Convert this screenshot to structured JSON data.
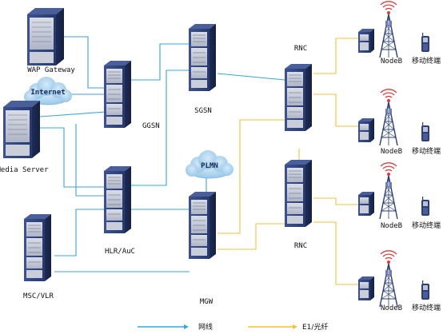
{
  "nodes": {
    "wap_gateway": "WAP Gateway",
    "media_server": "Media Server",
    "ggsn": "GGSN",
    "sgsn": "SGSN",
    "hlr_auc": "HLR/AuC",
    "msc_vlr": "MSC/VLR",
    "mgw": "MGW",
    "rnc_top": "RNC",
    "rnc_bottom": "RNC",
    "nodeb": [
      "NodeB",
      "NodeB",
      "NodeB",
      "NodeB"
    ],
    "terminal": [
      "移动终端",
      "移动终端",
      "移动终端",
      "移动终端"
    ]
  },
  "clouds": {
    "internet": "Internet",
    "plmn": "PLMN"
  },
  "legend": {
    "network": "网线",
    "e1": "E1/光纤"
  },
  "colors": {
    "network_line": "#3aa6d8",
    "e1_line": "#f2c23c",
    "cabinet": "#2b3f7a",
    "cloud": "#a9d2ee"
  }
}
